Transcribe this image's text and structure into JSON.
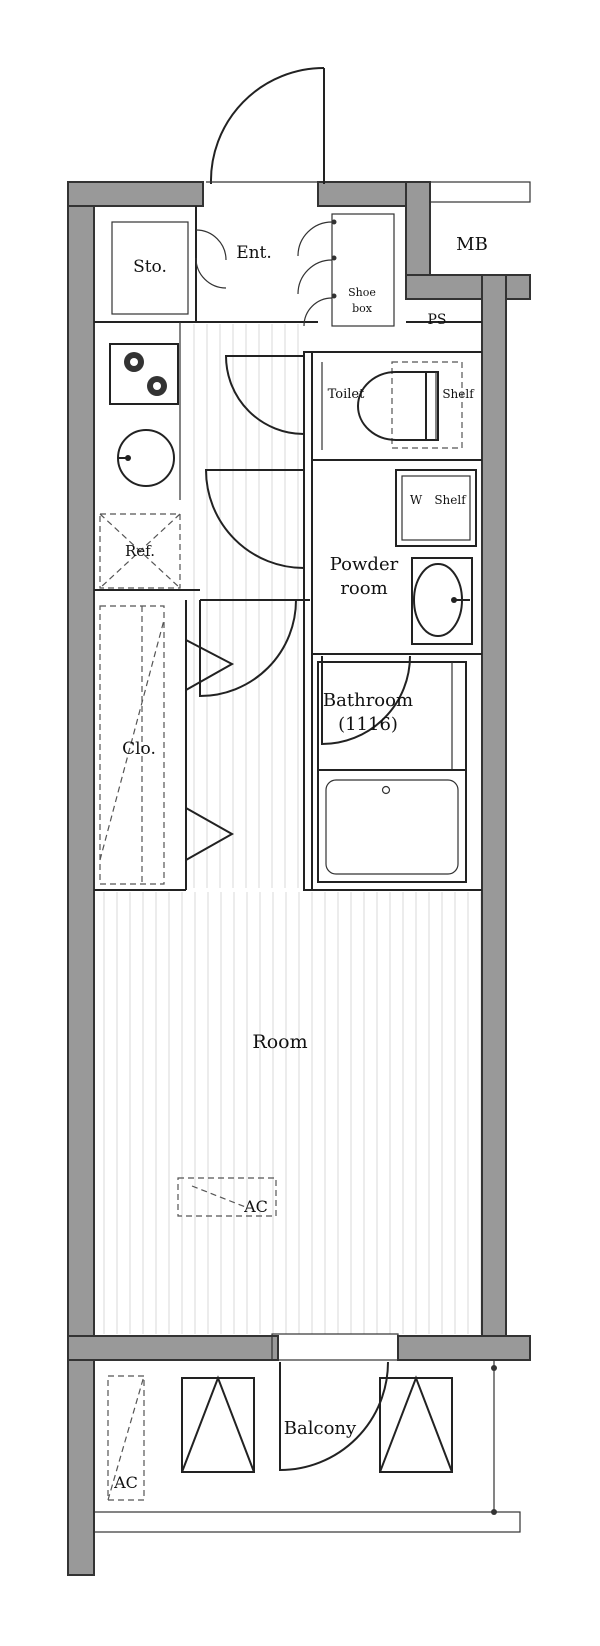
{
  "labels": {
    "storage": "Sto.",
    "entrance": "Ent.",
    "shoe_box": [
      "Shoe",
      "box"
    ],
    "meter_box": "MB",
    "pipe_space": "PS",
    "toilet": "Toilet",
    "toilet_shelf": "Shelf",
    "wash_shelf": [
      "W",
      "Shelf"
    ],
    "refrigerator": "Ref.",
    "powder_room": [
      "Powder",
      "room"
    ],
    "closet": "Clo.",
    "bathroom": [
      "Bathroom",
      "(1116)"
    ],
    "room": "Room",
    "ac_room": "AC",
    "balcony": "Balcony",
    "ac_balcony": "AC"
  }
}
